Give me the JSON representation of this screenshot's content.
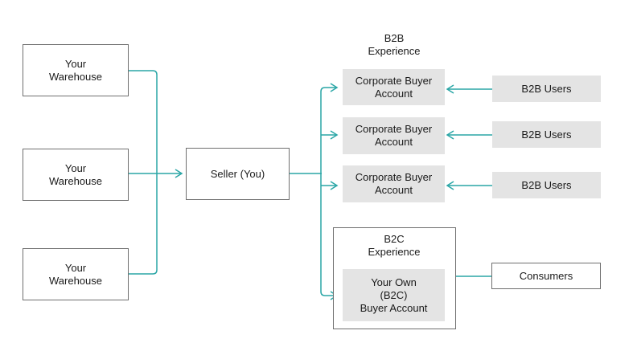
{
  "colors": {
    "connector": "#2aa6a6",
    "box_border": "#6f6f6f",
    "box_fill": "#e4e4e4"
  },
  "warehouses": [
    {
      "label": "Your\nWarehouse"
    },
    {
      "label": "Your\nWarehouse"
    },
    {
      "label": "Your\nWarehouse"
    }
  ],
  "seller": {
    "label": "Seller (You)"
  },
  "b2b": {
    "heading": "B2B\nExperience",
    "accounts": [
      {
        "label": "Corporate Buyer\nAccount",
        "users": "B2B Users"
      },
      {
        "label": "Corporate Buyer\nAccount",
        "users": "B2B Users"
      },
      {
        "label": "Corporate Buyer\nAccount",
        "users": "B2B Users"
      }
    ]
  },
  "b2c": {
    "heading": "B2C\nExperience",
    "account": "Your Own\n(B2C)\nBuyer Account",
    "users": "Consumers"
  }
}
